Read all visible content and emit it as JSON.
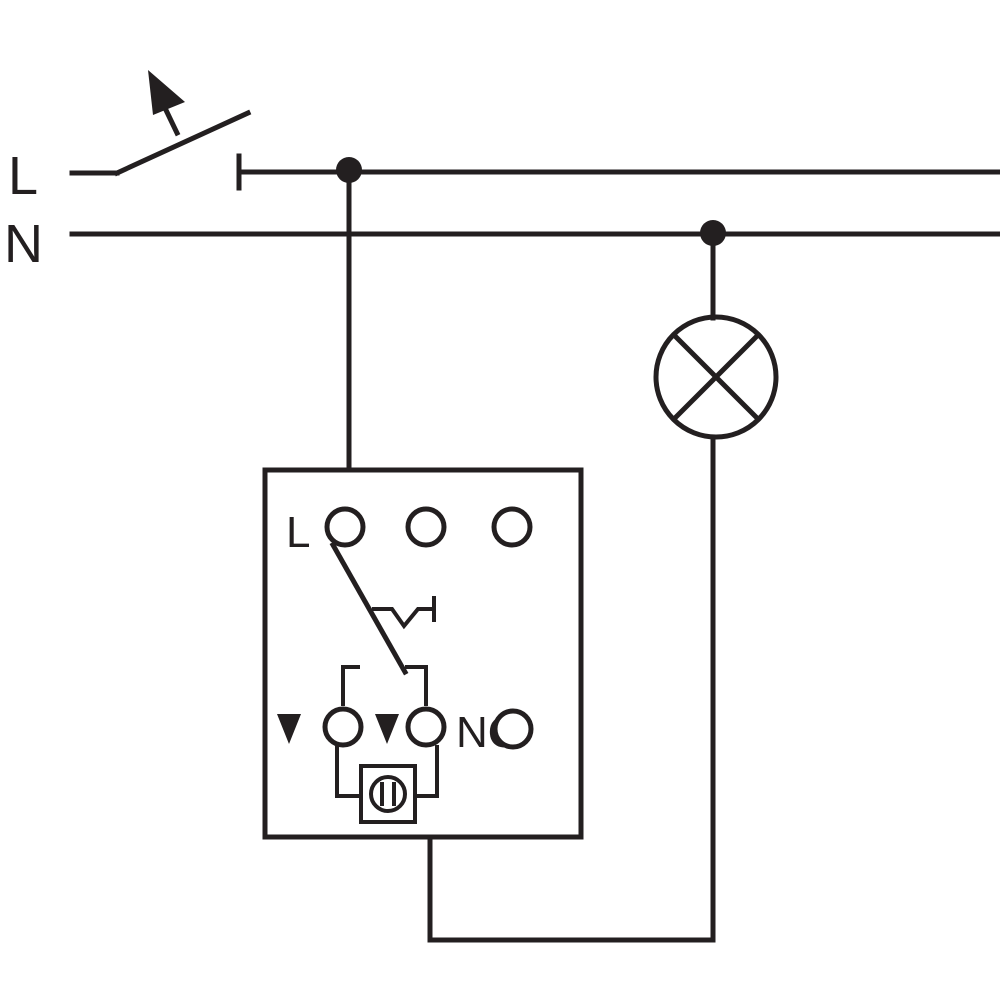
{
  "supply": {
    "line_label": "L",
    "neutral_label": "N"
  },
  "device": {
    "input_label": "L",
    "output_label": "NO"
  },
  "colors": {
    "ink": "#231f20",
    "background": "#ffffff"
  },
  "icons": [
    "switch-arrow-icon",
    "lamp-icon",
    "triangle-marker-icon",
    "pushbutton-icon"
  ]
}
